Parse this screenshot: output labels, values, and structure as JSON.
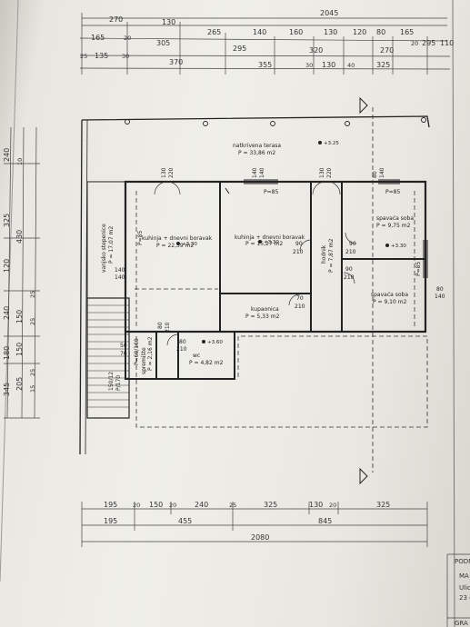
{
  "dimensions": {
    "top_total": "2045",
    "top_row1": [
      "270",
      "130",
      "265",
      "140",
      "160",
      "130",
      "120",
      "80",
      "165"
    ],
    "top_row2": [
      "165",
      "20",
      "305",
      "295",
      "320",
      "270",
      "20",
      "295",
      "110"
    ],
    "top_row3": [
      "25",
      "135",
      "30",
      "370",
      "355",
      "30",
      "130",
      "40",
      "325"
    ],
    "bottom_row1": [
      "195",
      "20",
      "150",
      "20",
      "240",
      "25",
      "325",
      "130",
      "20",
      "325"
    ],
    "bottom_row2": [
      "195",
      "455",
      "845"
    ],
    "bottom_total": "2080",
    "left_col": [
      "240",
      "10",
      "325",
      "430",
      "120",
      "25",
      "240",
      "150",
      "25",
      "180",
      "150",
      "345",
      "205",
      "25",
      "15"
    ]
  },
  "rooms": [
    {
      "id": "terrace",
      "name": "natkrivena terasa",
      "area": "P = 33,86 m2"
    },
    {
      "id": "stairs",
      "name": "vanjsko stepenice",
      "area": "P = 17,07 m2"
    },
    {
      "id": "kitchen1",
      "name": "kuhinja + dnevni boravak",
      "area": "P = 22,39 m2"
    },
    {
      "id": "kitchen2",
      "name": "kuhinja + dnevni boravak",
      "area": "P = 15,27 m2"
    },
    {
      "id": "hall",
      "name": "hodnik",
      "area": "P = 7,87 m2"
    },
    {
      "id": "bed1",
      "name": "spavaća soba",
      "area": "P = 9,75 m2"
    },
    {
      "id": "bed2",
      "name": "spavaća soba",
      "area": "P = 9,10 m2"
    },
    {
      "id": "bath",
      "name": "kupaonica",
      "area": "P = 5,33 m2"
    },
    {
      "id": "ostava",
      "name": "spremište",
      "area": "P = 2,16 m2"
    },
    {
      "id": "wc",
      "name": "wc",
      "area": "P = 4,82 m2"
    }
  ],
  "levels": {
    "terrace": "+3.25",
    "kitchen1": "+3.30",
    "kitchen2": "+3.30",
    "bed2": "+3.30",
    "wc": "+3.60"
  },
  "doors": {
    "d130_220_a": [
      "130",
      "220"
    ],
    "d140_140": [
      "140",
      "140"
    ],
    "d130_220_b": [
      "130",
      "220"
    ],
    "d80_140": [
      "80",
      "140"
    ],
    "p85_a": "P=85",
    "p85_b": "P=85",
    "p85_c": "P=85",
    "p85_d": "P=85",
    "d140_140_left": [
      "140",
      "140"
    ],
    "d90_210_a": [
      "90",
      "210"
    ],
    "d90_210_b": [
      "90",
      "210"
    ],
    "d90_210_c": [
      "90",
      "210"
    ],
    "d70_210": [
      "70",
      "210"
    ],
    "d80_210_a": [
      "80",
      "210"
    ],
    "d80_210_b": [
      "80",
      "210"
    ],
    "d50_70": [
      "50",
      "70"
    ],
    "d80_140_right": [
      "80",
      "140"
    ],
    "d60_160": "P=60/160",
    "d150_12": [
      "150/12",
      "P/170"
    ]
  },
  "title_block": {
    "label1": "PODN",
    "label2": "MA",
    "label3": "Ulic",
    "label4": "23 4",
    "label5": "GRA"
  }
}
